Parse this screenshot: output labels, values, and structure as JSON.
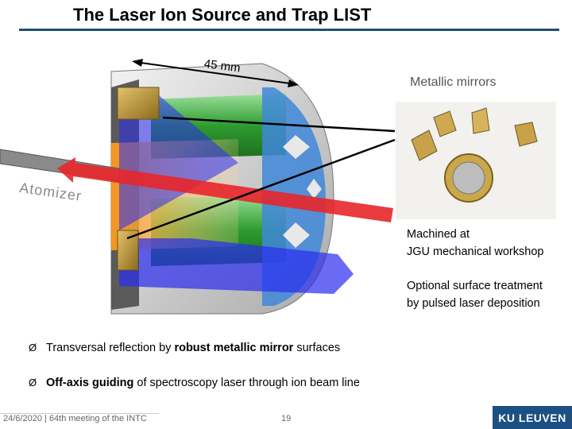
{
  "slide": {
    "title": "The Laser Ion Source and Trap LIST",
    "dimension_label": "45 mm",
    "atomizer_label": "Atomizer",
    "mirrors_label": "Metallic mirrors",
    "machined_line1": "Machined at",
    "machined_line2": "JGU mechanical workshop",
    "optional_line1": "Optional surface treatment",
    "optional_line2": "by pulsed laser deposition",
    "bullets": [
      {
        "marker": "Ø",
        "parts": [
          "Transversal reflection by ",
          "robust metallic mirror",
          " surfaces"
        ]
      },
      {
        "marker": "Ø",
        "parts": [
          "Off-axis guiding",
          " of spectroscopy laser through ion beam line"
        ]
      }
    ]
  },
  "footer": {
    "left": "24/6/2020 | 64th meeting of the INTC",
    "page": "19",
    "logo": "KU LEUVEN"
  },
  "colors": {
    "title_rule": "#1f4e79",
    "laser_red": "#e8262a",
    "beam_blue": "#2a2cf0",
    "electrode_green": "#2e9a2e",
    "logo_bg": "#1c4f82"
  }
}
